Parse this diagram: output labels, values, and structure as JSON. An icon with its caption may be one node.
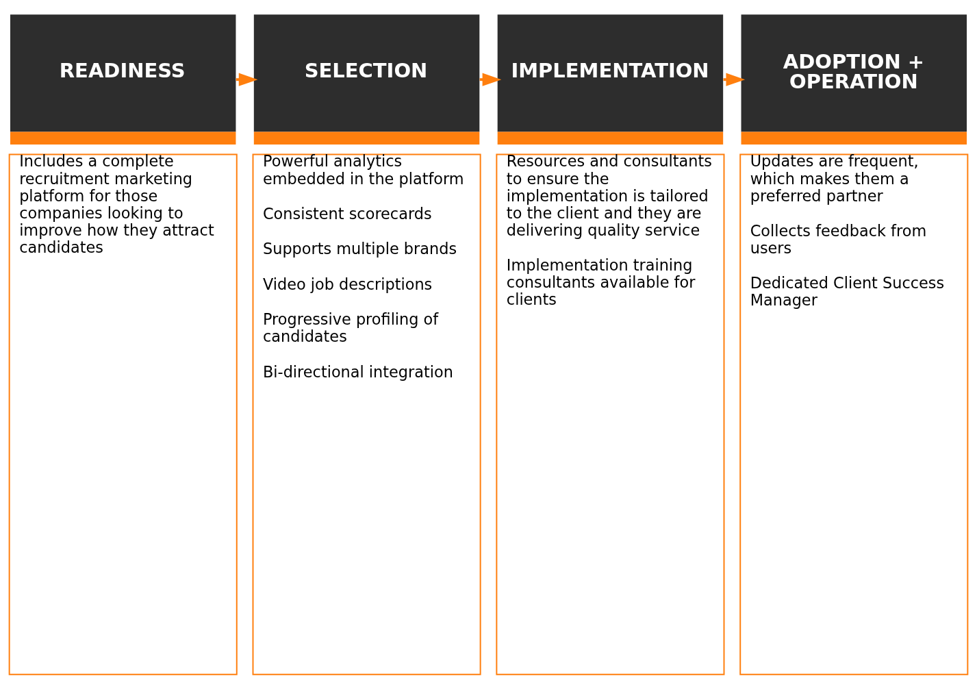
{
  "diagram": {
    "nodes": [
      {
        "text": [
          "READINESS"
        ]
      },
      {
        "text": [
          "SELECTION"
        ]
      },
      {
        "text": [
          "IMPLEMENTATION"
        ]
      },
      {
        "text": [
          "ADOPTION + OPERATION"
        ]
      },
      {
        "text": [
          "Includes a complete recruitment marketing platform for those companies looking to improve how they attract candidates"
        ]
      },
      {
        "text": [
          "Powerful analytics embedded in the platform",
          "Consistent scorecards",
          "Supports multiple brands",
          "Video job descriptions",
          "Progressive profiling of candidates",
          "Bi-directional integration"
        ]
      },
      {
        "text": [
          "Resources and consultants to ensure the implementation is tailored to the client and they are delivering quality service",
          "Implementation training consultants available for clients"
        ]
      },
      {
        "text": [
          "Updates are frequent, which makes them a preferred partner",
          "Collects feedback from users",
          "Dedicated Client Success Manager"
        ]
      }
    ],
    "edges": [
      {
        "from": 0,
        "to": 1,
        "arrow": "to"
      },
      {
        "from": 1,
        "to": 2,
        "arrow": "to"
      },
      {
        "from": 2,
        "to": 3,
        "arrow": "to"
      }
    ]
  }
}
